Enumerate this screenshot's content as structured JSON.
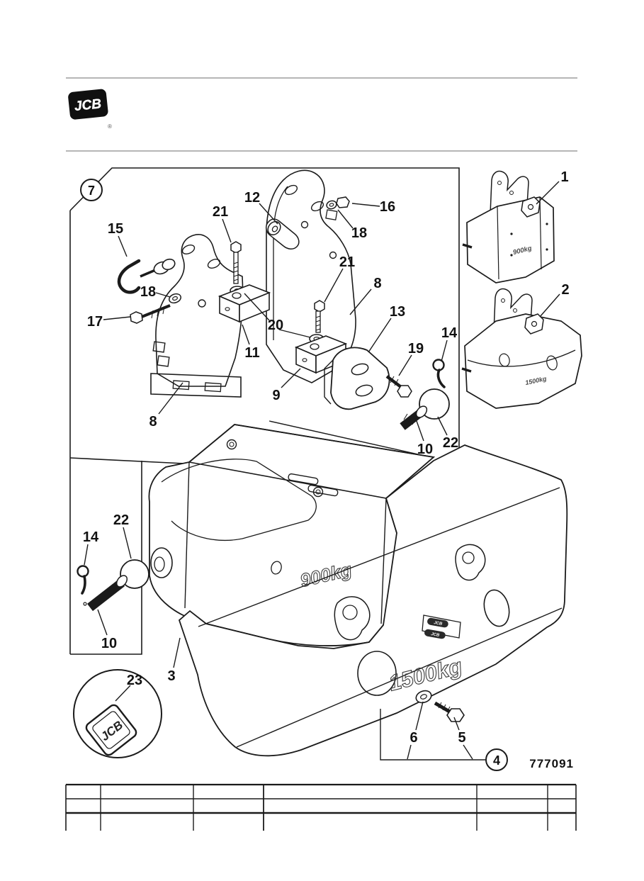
{
  "header": {
    "brand": "JCB",
    "registered": "®"
  },
  "footer": {
    "figure_number": "777091"
  },
  "labels": {
    "n1": "1",
    "n2": "2",
    "n3": "3",
    "n4": "4",
    "n5": "5",
    "n6": "6",
    "n7": "7",
    "n8": "8",
    "n9": "9",
    "n10": "10",
    "n11": "11",
    "n12": "12",
    "n13": "13",
    "n14": "14",
    "n15": "15",
    "n16": "16",
    "n17": "17",
    "n18": "18",
    "n19": "19",
    "n20": "20",
    "n21": "21",
    "n22": "22",
    "n23": "23"
  },
  "part_markings": {
    "weight_900": "900kg",
    "weight_1500": "1500kg",
    "assembly_900": "900kg",
    "assembly_1500": "1500kg",
    "badge": "JCB",
    "decal_top": "JCB",
    "decal_bottom": "JCB"
  }
}
